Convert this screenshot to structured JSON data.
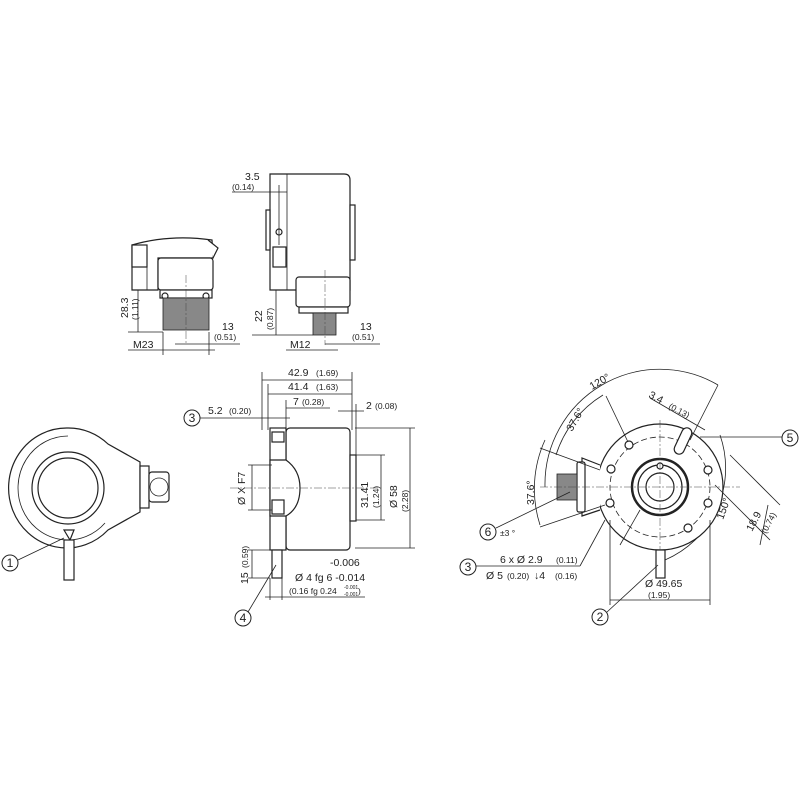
{
  "title": "Encoder dimensional drawing",
  "connector_axial_view": {
    "dims": {
      "height_mm": "28.3",
      "height_in": "(1.11)",
      "offset_mm": "13",
      "offset_in": "(0.51)",
      "thread": "M23"
    }
  },
  "connector_radial_view": {
    "dims": {
      "flange_mm": "3.5",
      "flange_in": "(0.14)",
      "height_mm": "22",
      "height_in": "(0.87)",
      "offset_mm": "13",
      "offset_in": "(0.51)",
      "thread": "M12"
    }
  },
  "front_view": {
    "callout": "1"
  },
  "side_view": {
    "dims": {
      "length_total": "42.9",
      "length_total_in": "(1.69)",
      "length_body": "41.4",
      "length_body_in": "(1.63)",
      "d7": "7",
      "d7_in": "(0.28)",
      "d52": "5.2",
      "d52_in": "(0.20)",
      "d2": "2",
      "d2_in": "(0.08)",
      "bore": "Ø X F7",
      "dia_rear": "31.41",
      "dia_rear_in": "(1.24)",
      "dia": "Ø 58",
      "dia_in": "(2.28)",
      "pin_len": "15",
      "pin_len_in": "(0.59)",
      "tol_upper": "-0.006",
      "pin_dia": "Ø 4 fg 6 -0.014",
      "pin_dia_in": "(0.16 fg 0.24",
      "pin_tol_in_upper": "-0.001",
      "pin_tol_in_lower": "-0.001",
      "pin_dia_in_close": ")"
    },
    "callouts": [
      "3",
      "4"
    ]
  },
  "rear_view": {
    "dims": {
      "angle_120": "120°",
      "angle_376a": "37.6°",
      "angle_376b": "37.6°",
      "angle_150": "150°",
      "slot_mm": "3.4",
      "slot_in": "(0.13)",
      "slot_dist_mm": "18.9",
      "slot_dist_in": "(0.74)",
      "tol_angle": "±3 °",
      "holes": "6 x Ø 2.9",
      "holes_in": "(0.11)",
      "counterbore": "Ø 5",
      "counterbore_in": "(0.20)",
      "depth": "↓4",
      "depth_in": "(0.16)",
      "pcd": "Ø 49.65",
      "pcd_in": "(1.95)"
    },
    "callouts": [
      "5",
      "6",
      "3",
      "2"
    ]
  }
}
